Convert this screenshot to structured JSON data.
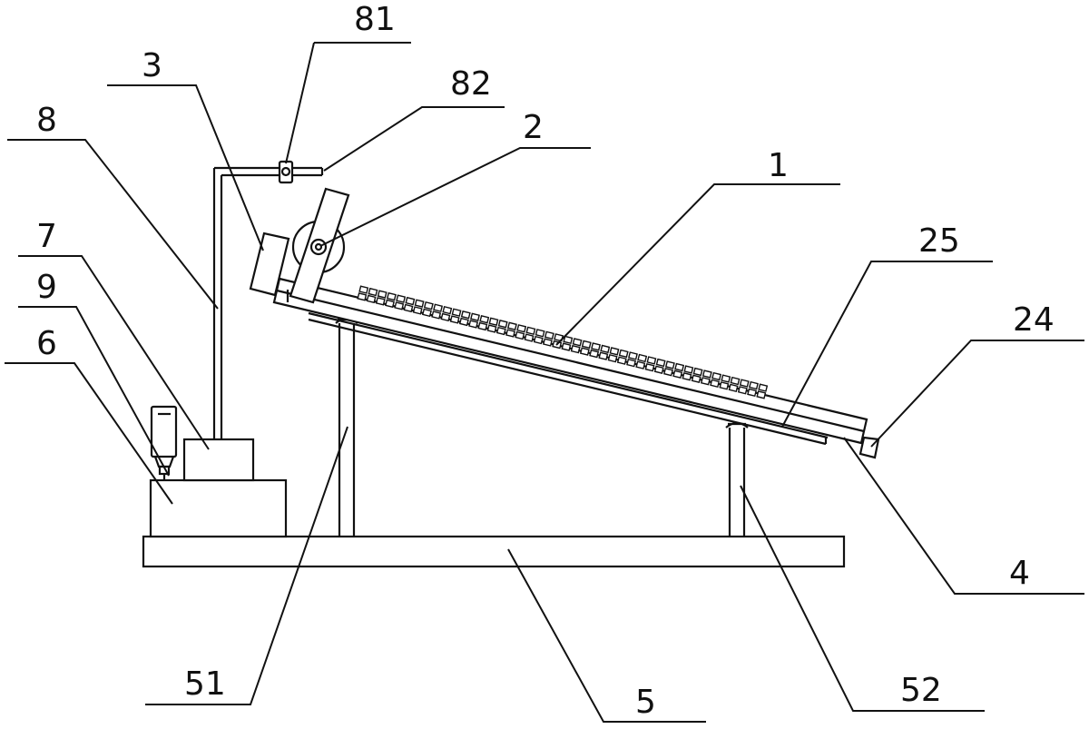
{
  "labels": {
    "l81": "81",
    "l3": "3",
    "l82": "82",
    "l8": "8",
    "l2": "2",
    "l1": "1",
    "l7": "7",
    "l25": "25",
    "l9": "9",
    "l24": "24",
    "l6": "6",
    "l4": "4",
    "l51": "51",
    "l5": "5",
    "l52": "52"
  }
}
